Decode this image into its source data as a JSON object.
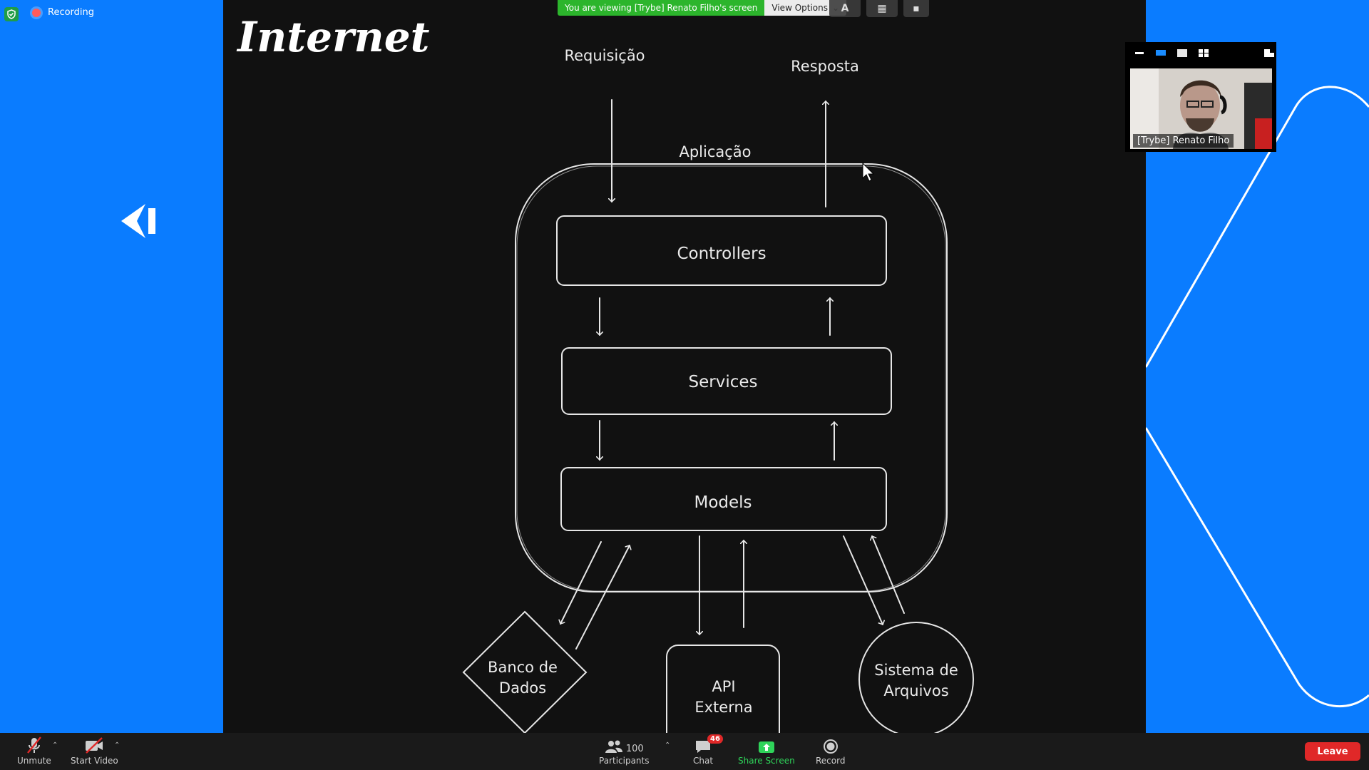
{
  "recording": {
    "label": "Recording"
  },
  "share": {
    "banner": "You are viewing [Trybe] Renato Filho's screen",
    "view_options": "View Options"
  },
  "diagram": {
    "title": "Internet",
    "request": "Requisição",
    "response": "Resposta",
    "app": "Aplicação",
    "layers": [
      "Controllers",
      "Services",
      "Models"
    ],
    "db_line1": "Banco de",
    "db_line2": "Dados",
    "api_line1": "API",
    "api_line2": "Externa",
    "fs_line1": "Sistema de",
    "fs_line2": "Arquivos"
  },
  "video": {
    "name": "[Trybe] Renato Filho"
  },
  "toolbar": {
    "unmute": "Unmute",
    "start_video": "Start Video",
    "participants": "Participants",
    "participants_count": "100",
    "chat": "Chat",
    "chat_badge": "46",
    "share_screen": "Share Screen",
    "record": "Record",
    "leave": "Leave"
  },
  "colors": {
    "brand_blue": "#0a7cff",
    "banner_green": "#2cb52c",
    "leave_red": "#e02828",
    "share_green": "#2fd45a"
  }
}
